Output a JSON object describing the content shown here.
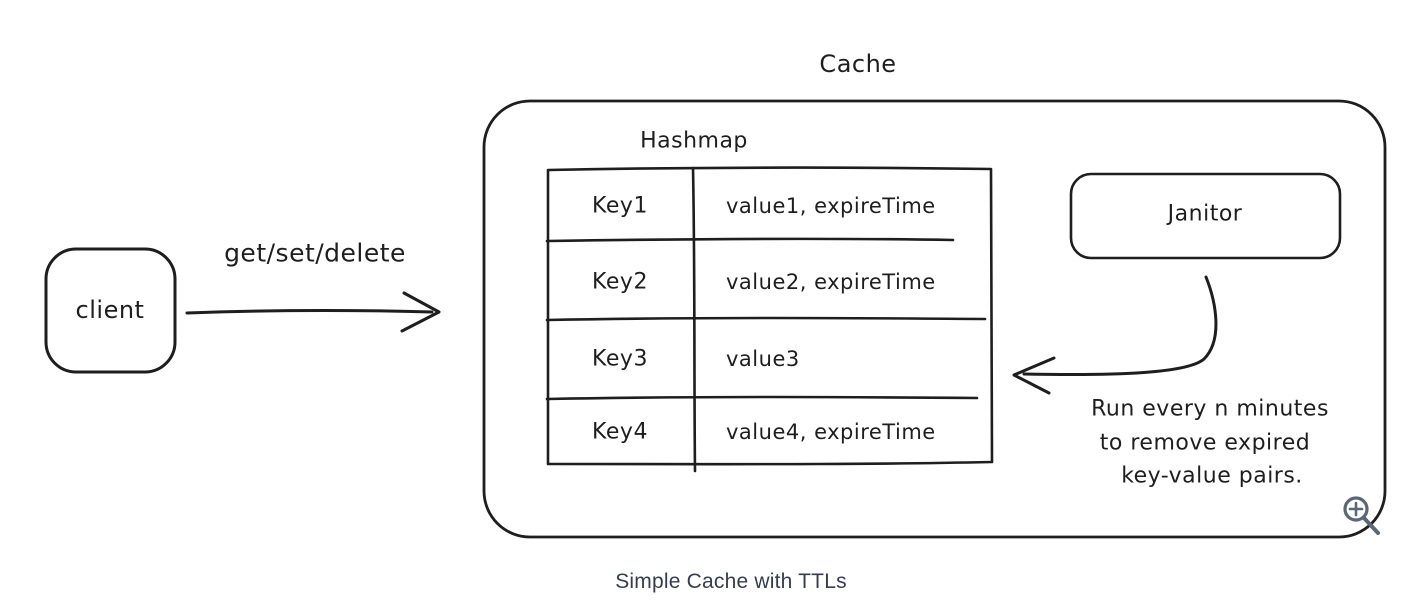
{
  "colors": {
    "stroke": "#1e1e1e",
    "caption_text": "#363d4f",
    "zoom_icon": "#5b6776",
    "background": "#ffffff"
  },
  "client_box": {
    "label": "client"
  },
  "request_arrow": {
    "label": "get/set/delete"
  },
  "cache": {
    "title": "Cache",
    "hashmap": {
      "label": "Hashmap",
      "rows": [
        {
          "key": "Key1",
          "value": "value1, expireTime"
        },
        {
          "key": "Key2",
          "value": "value2, expireTime"
        },
        {
          "key": "Key3",
          "value": "value3"
        },
        {
          "key": "Key4",
          "value": "value4, expireTime"
        }
      ]
    },
    "janitor": {
      "label": "Janitor",
      "note_lines": [
        "Run every n minutes",
        "to remove expired",
        "key-value pairs."
      ]
    }
  },
  "icons": {
    "zoom_in": "zoom-in-magnifier-icon"
  },
  "caption": "Simple Cache with TTLs"
}
